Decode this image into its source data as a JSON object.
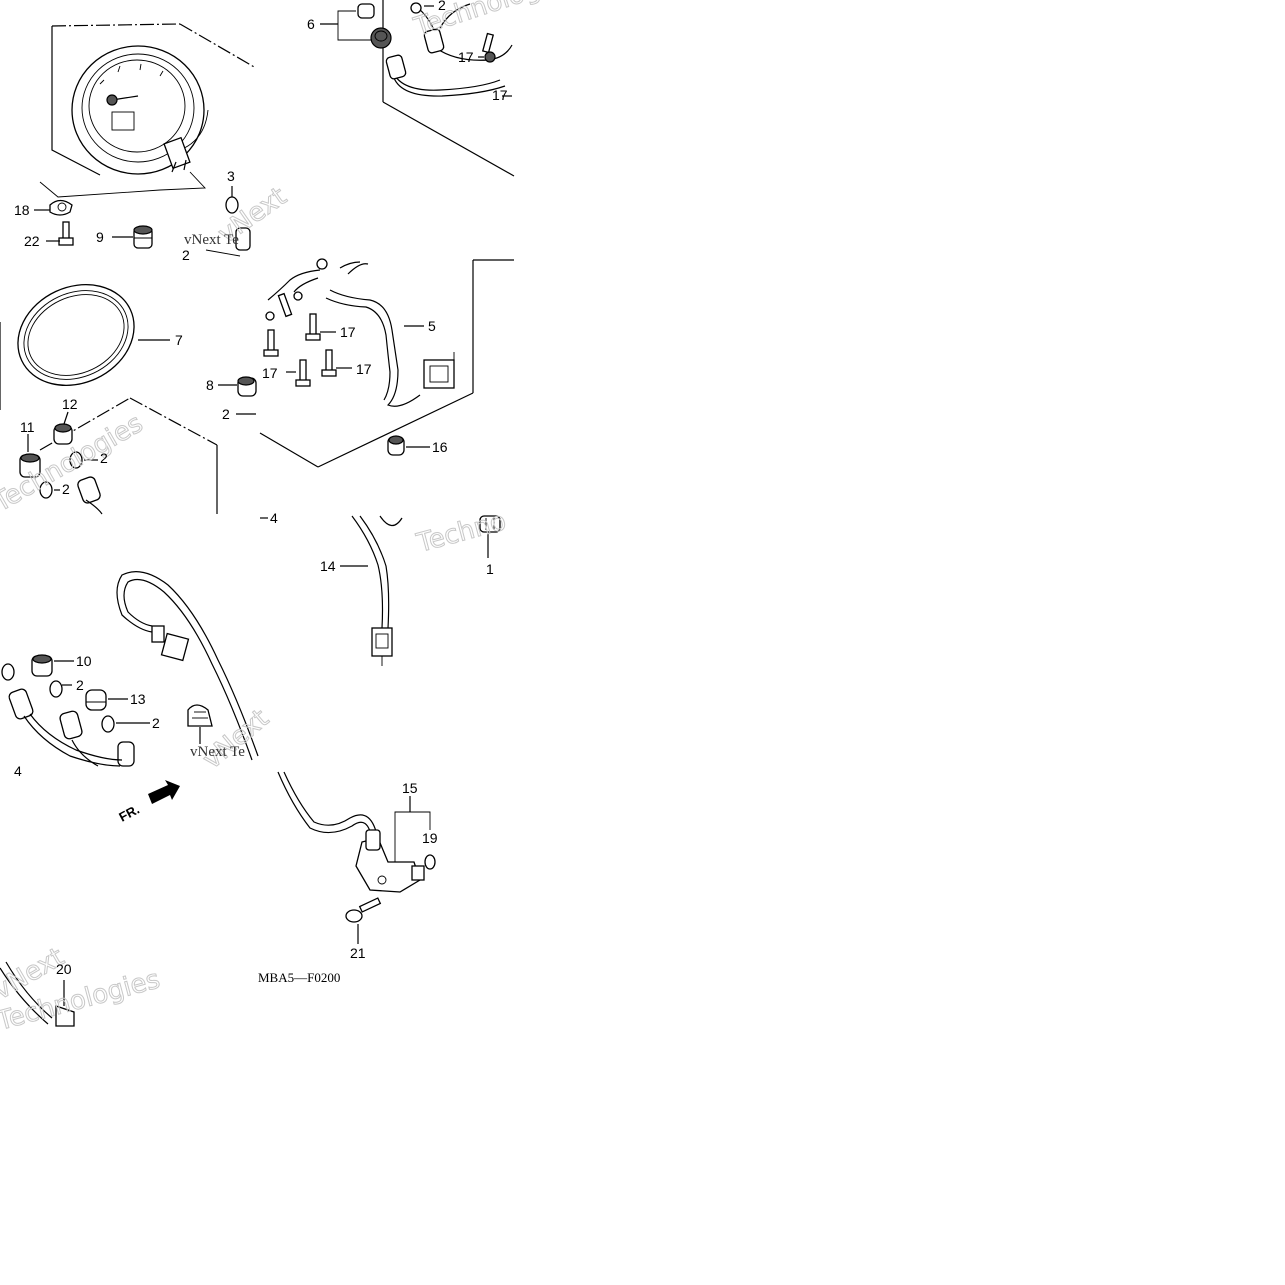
{
  "diagram": {
    "code": "MBA5—F0200",
    "direction_label": "FR.",
    "watermarks": [
      "vNext",
      "Technologies",
      "Techno",
      "vNext Te"
    ],
    "callouts": [
      {
        "id": "c1",
        "text": "1"
      },
      {
        "id": "c2a",
        "text": "2"
      },
      {
        "id": "c2b",
        "text": "2"
      },
      {
        "id": "c2c",
        "text": "2"
      },
      {
        "id": "c2d",
        "text": "2"
      },
      {
        "id": "c2e",
        "text": "2"
      },
      {
        "id": "c2f",
        "text": "2"
      },
      {
        "id": "c2g",
        "text": "2"
      },
      {
        "id": "c3",
        "text": "3"
      },
      {
        "id": "c4",
        "text": "4"
      },
      {
        "id": "c4b",
        "text": "4"
      },
      {
        "id": "c5",
        "text": "5"
      },
      {
        "id": "c6",
        "text": "6"
      },
      {
        "id": "c7",
        "text": "7"
      },
      {
        "id": "c8",
        "text": "8"
      },
      {
        "id": "c9",
        "text": "9"
      },
      {
        "id": "c10",
        "text": "10"
      },
      {
        "id": "c11",
        "text": "11"
      },
      {
        "id": "c12",
        "text": "12"
      },
      {
        "id": "c13",
        "text": "13"
      },
      {
        "id": "c14",
        "text": "14"
      },
      {
        "id": "c15",
        "text": "15"
      },
      {
        "id": "c16",
        "text": "16"
      },
      {
        "id": "c17a",
        "text": "17"
      },
      {
        "id": "c17b",
        "text": "17"
      },
      {
        "id": "c17c",
        "text": "17"
      },
      {
        "id": "c17d",
        "text": "17"
      },
      {
        "id": "c17e",
        "text": "17"
      },
      {
        "id": "c18",
        "text": "18"
      },
      {
        "id": "c19",
        "text": "19"
      },
      {
        "id": "c20",
        "text": "20"
      },
      {
        "id": "c21",
        "text": "21"
      },
      {
        "id": "c22",
        "text": "22"
      }
    ]
  }
}
